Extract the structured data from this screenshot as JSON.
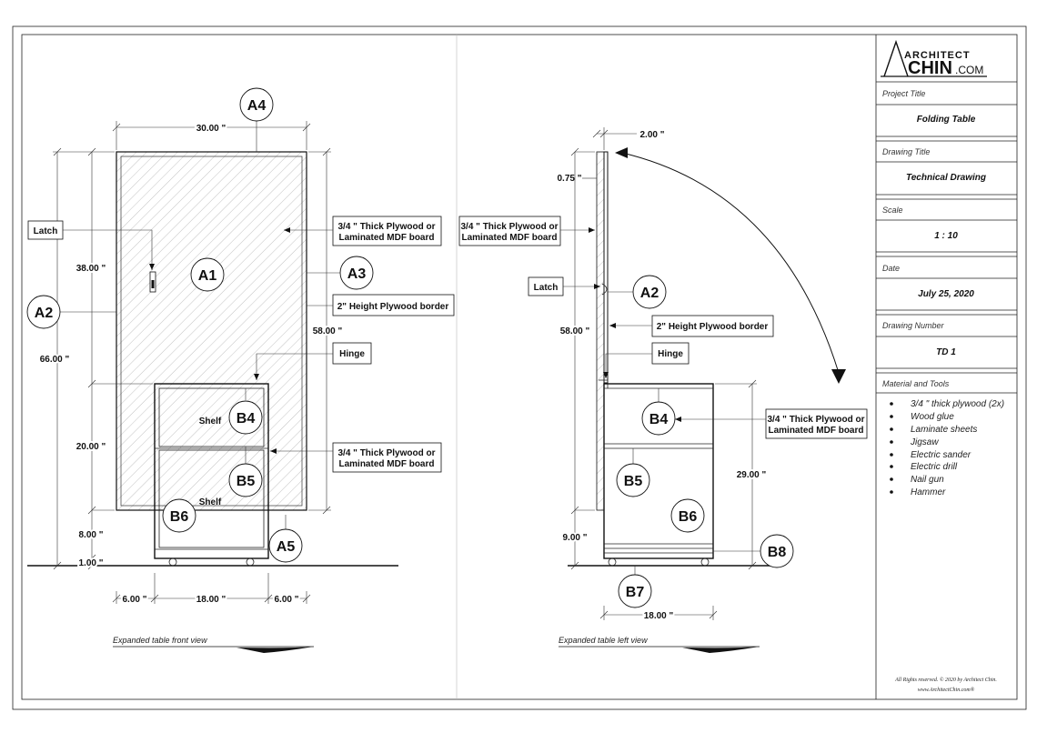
{
  "title_block": {
    "logo_top": "ARCHITECT",
    "logo_main": "CHIN",
    "logo_suffix": ".COM",
    "project_title_caption": "Project Title",
    "project_title": "Folding Table",
    "drawing_title_caption": "Drawing Title",
    "drawing_title": "Technical Drawing",
    "scale_caption": "Scale",
    "scale": "1 : 10",
    "date_caption": "Date",
    "date": "July 25, 2020",
    "drawing_number_caption": "Drawing Number",
    "drawing_number": "TD 1",
    "materials_caption": "Material and Tools",
    "materials": [
      "3/4 \"  thick plywood (2x)",
      "Wood glue",
      "Laminate sheets",
      "Jigsaw",
      "Electric sander",
      "Electric drill",
      "Nail gun",
      "Hammer"
    ],
    "copyright": "All Rights reserved. © 2020 by Architect Chin.",
    "website": "www.ArchitectChin.com®"
  },
  "front_view": {
    "caption": "Expanded table front view",
    "dim_top": "30.00 \"",
    "dim_38": "38.00 \"",
    "dim_66": "66.00 \"",
    "dim_20": "20.00 \"",
    "dim_8": "8.00 \"",
    "dim_1": "1.00 \"",
    "dim_58": "58.00 \"",
    "dim_bottom_left": "6.00 \"",
    "dim_bottom_mid": "18.00 \"",
    "dim_bottom_right": "6.00 \"",
    "label_latch": "Latch",
    "label_plywood_line1": "3/4 \" Thick Plywood or",
    "label_plywood_line2": "Laminated MDF board",
    "label_border": "2\" Height Plywood border",
    "label_hinge": "Hinge",
    "label_shelf_upper": "Shelf",
    "label_shelf_lower": "Shelf",
    "label_plywood2_line1": "3/4 \" Thick Plywood or",
    "label_plywood2_line2": "Laminated MDF board",
    "callouts": [
      "A1",
      "A2",
      "A3",
      "A4",
      "A5",
      "B4",
      "B5",
      "B6"
    ]
  },
  "side_view": {
    "caption": "Expanded table left view",
    "dim_top": "2.00 \"",
    "dim_075": "0.75 \"",
    "dim_58": "58.00 \"",
    "dim_9": "9.00 \"",
    "dim_29": "29.00 \"",
    "dim_bottom": "18.00 \"",
    "label_plywood_line1": "3/4 \" Thick Plywood or",
    "label_plywood_line2": "Laminated MDF board",
    "label_latch": "Latch",
    "label_border": "2\" Height Plywood border",
    "label_hinge": "Hinge",
    "label_plywood2_line1": "3/4 \" Thick Plywood or",
    "label_plywood2_line2": "Laminated MDF board",
    "callouts": [
      "A2",
      "B4",
      "B5",
      "B6",
      "B7",
      "B8"
    ]
  }
}
